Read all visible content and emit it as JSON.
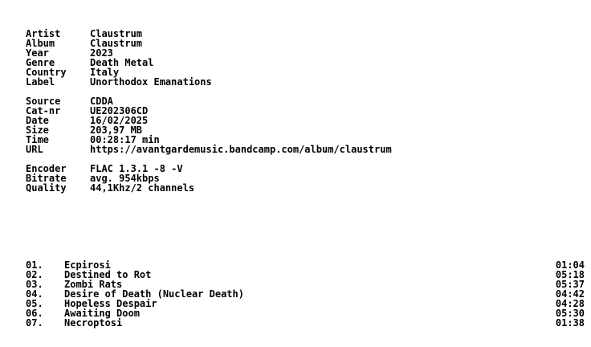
{
  "info": [
    {
      "key": "Artist",
      "value": "Claustrum"
    },
    {
      "key": "Album",
      "value": "Claustrum"
    },
    {
      "key": "Year",
      "value": "2023"
    },
    {
      "key": "Genre",
      "value": "Death Metal"
    },
    {
      "key": "Country",
      "value": "Italy"
    },
    {
      "key": "Label",
      "value": "Unorthodox Emanations"
    }
  ],
  "source": [
    {
      "key": "Source",
      "value": "CDDA"
    },
    {
      "key": "Cat-nr",
      "value": "UE202306CD"
    },
    {
      "key": "Date",
      "value": "16/02/2025"
    },
    {
      "key": "Size",
      "value": "203,97 MB"
    },
    {
      "key": "Time",
      "value": "00:28:17 min"
    },
    {
      "key": "URL",
      "value": "https://avantgardemusic.bandcamp.com/album/claustrum"
    }
  ],
  "encoding": [
    {
      "key": "Encoder",
      "value": "FLAC 1.3.1 -8 -V"
    },
    {
      "key": "Bitrate",
      "value": "avg. 954kbps"
    },
    {
      "key": "Quality",
      "value": "44,1Khz/2 channels"
    }
  ],
  "tracks": [
    {
      "num": "01.",
      "title": "Ecpirosi",
      "time": "01:04"
    },
    {
      "num": "02.",
      "title": "Destined to Rot",
      "time": "05:18"
    },
    {
      "num": "03.",
      "title": "Zombi Rats",
      "time": "05:37"
    },
    {
      "num": "04.",
      "title": "Desire of Death (Nuclear Death)",
      "time": "04:42"
    },
    {
      "num": "05.",
      "title": "Hopeless Despair",
      "time": "04:28"
    },
    {
      "num": "06.",
      "title": "Awaiting Doom",
      "time": "05:30"
    },
    {
      "num": "07.",
      "title": "Necroptosi",
      "time": "01:38"
    }
  ]
}
